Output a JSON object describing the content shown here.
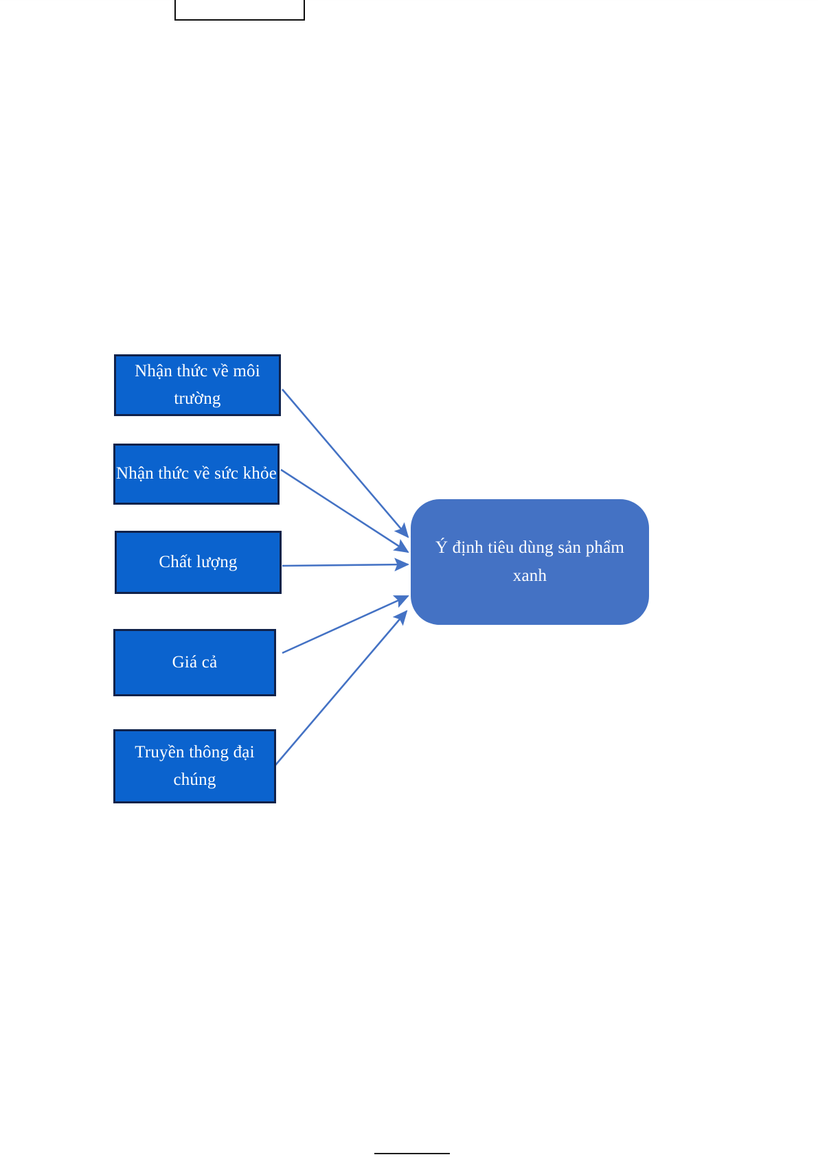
{
  "document": {
    "type": "research-model-diagram",
    "language": "vi"
  },
  "stub_box": {
    "label": "",
    "name": "empty-table-stub"
  },
  "diagram": {
    "title": "",
    "target": {
      "id": "target",
      "label": "Ý định tiêu dùng sản phẩm xanh",
      "shape": "rounded-rectangle",
      "fill": "#4472C4",
      "text_color": "#FFFFFF"
    },
    "factors": [
      {
        "id": "env",
        "label": "Nhận thức về môi trường",
        "shape": "rectangle",
        "fill": "#0B63CE",
        "border": "#11224A",
        "text_color": "#FFFFFF"
      },
      {
        "id": "health",
        "label": "Nhận thức về sức khỏe",
        "shape": "rectangle",
        "fill": "#0B63CE",
        "border": "#11224A",
        "text_color": "#FFFFFF"
      },
      {
        "id": "quality",
        "label": "Chất lượng",
        "shape": "rectangle",
        "fill": "#0B63CE",
        "border": "#11224A",
        "text_color": "#FFFFFF"
      },
      {
        "id": "price",
        "label": "Giá cả",
        "shape": "rectangle",
        "fill": "#0B63CE",
        "border": "#11224A",
        "text_color": "#FFFFFF"
      },
      {
        "id": "media",
        "label": "Truyền thông đại chúng",
        "shape": "rectangle",
        "fill": "#0B63CE",
        "border": "#11224A",
        "text_color": "#FFFFFF"
      }
    ],
    "edges": [
      {
        "from": "env",
        "to": "target",
        "label": "",
        "color": "#4472C4",
        "arrowhead": "filled-triangle"
      },
      {
        "from": "health",
        "to": "target",
        "label": "",
        "color": "#4472C4",
        "arrowhead": "filled-triangle"
      },
      {
        "from": "quality",
        "to": "target",
        "label": "",
        "color": "#4472C4",
        "arrowhead": "filled-triangle"
      },
      {
        "from": "price",
        "to": "target",
        "label": "",
        "color": "#4472C4",
        "arrowhead": "filled-triangle"
      },
      {
        "from": "media",
        "to": "target",
        "label": "",
        "color": "#4472C4",
        "arrowhead": "filled-triangle"
      }
    ]
  }
}
